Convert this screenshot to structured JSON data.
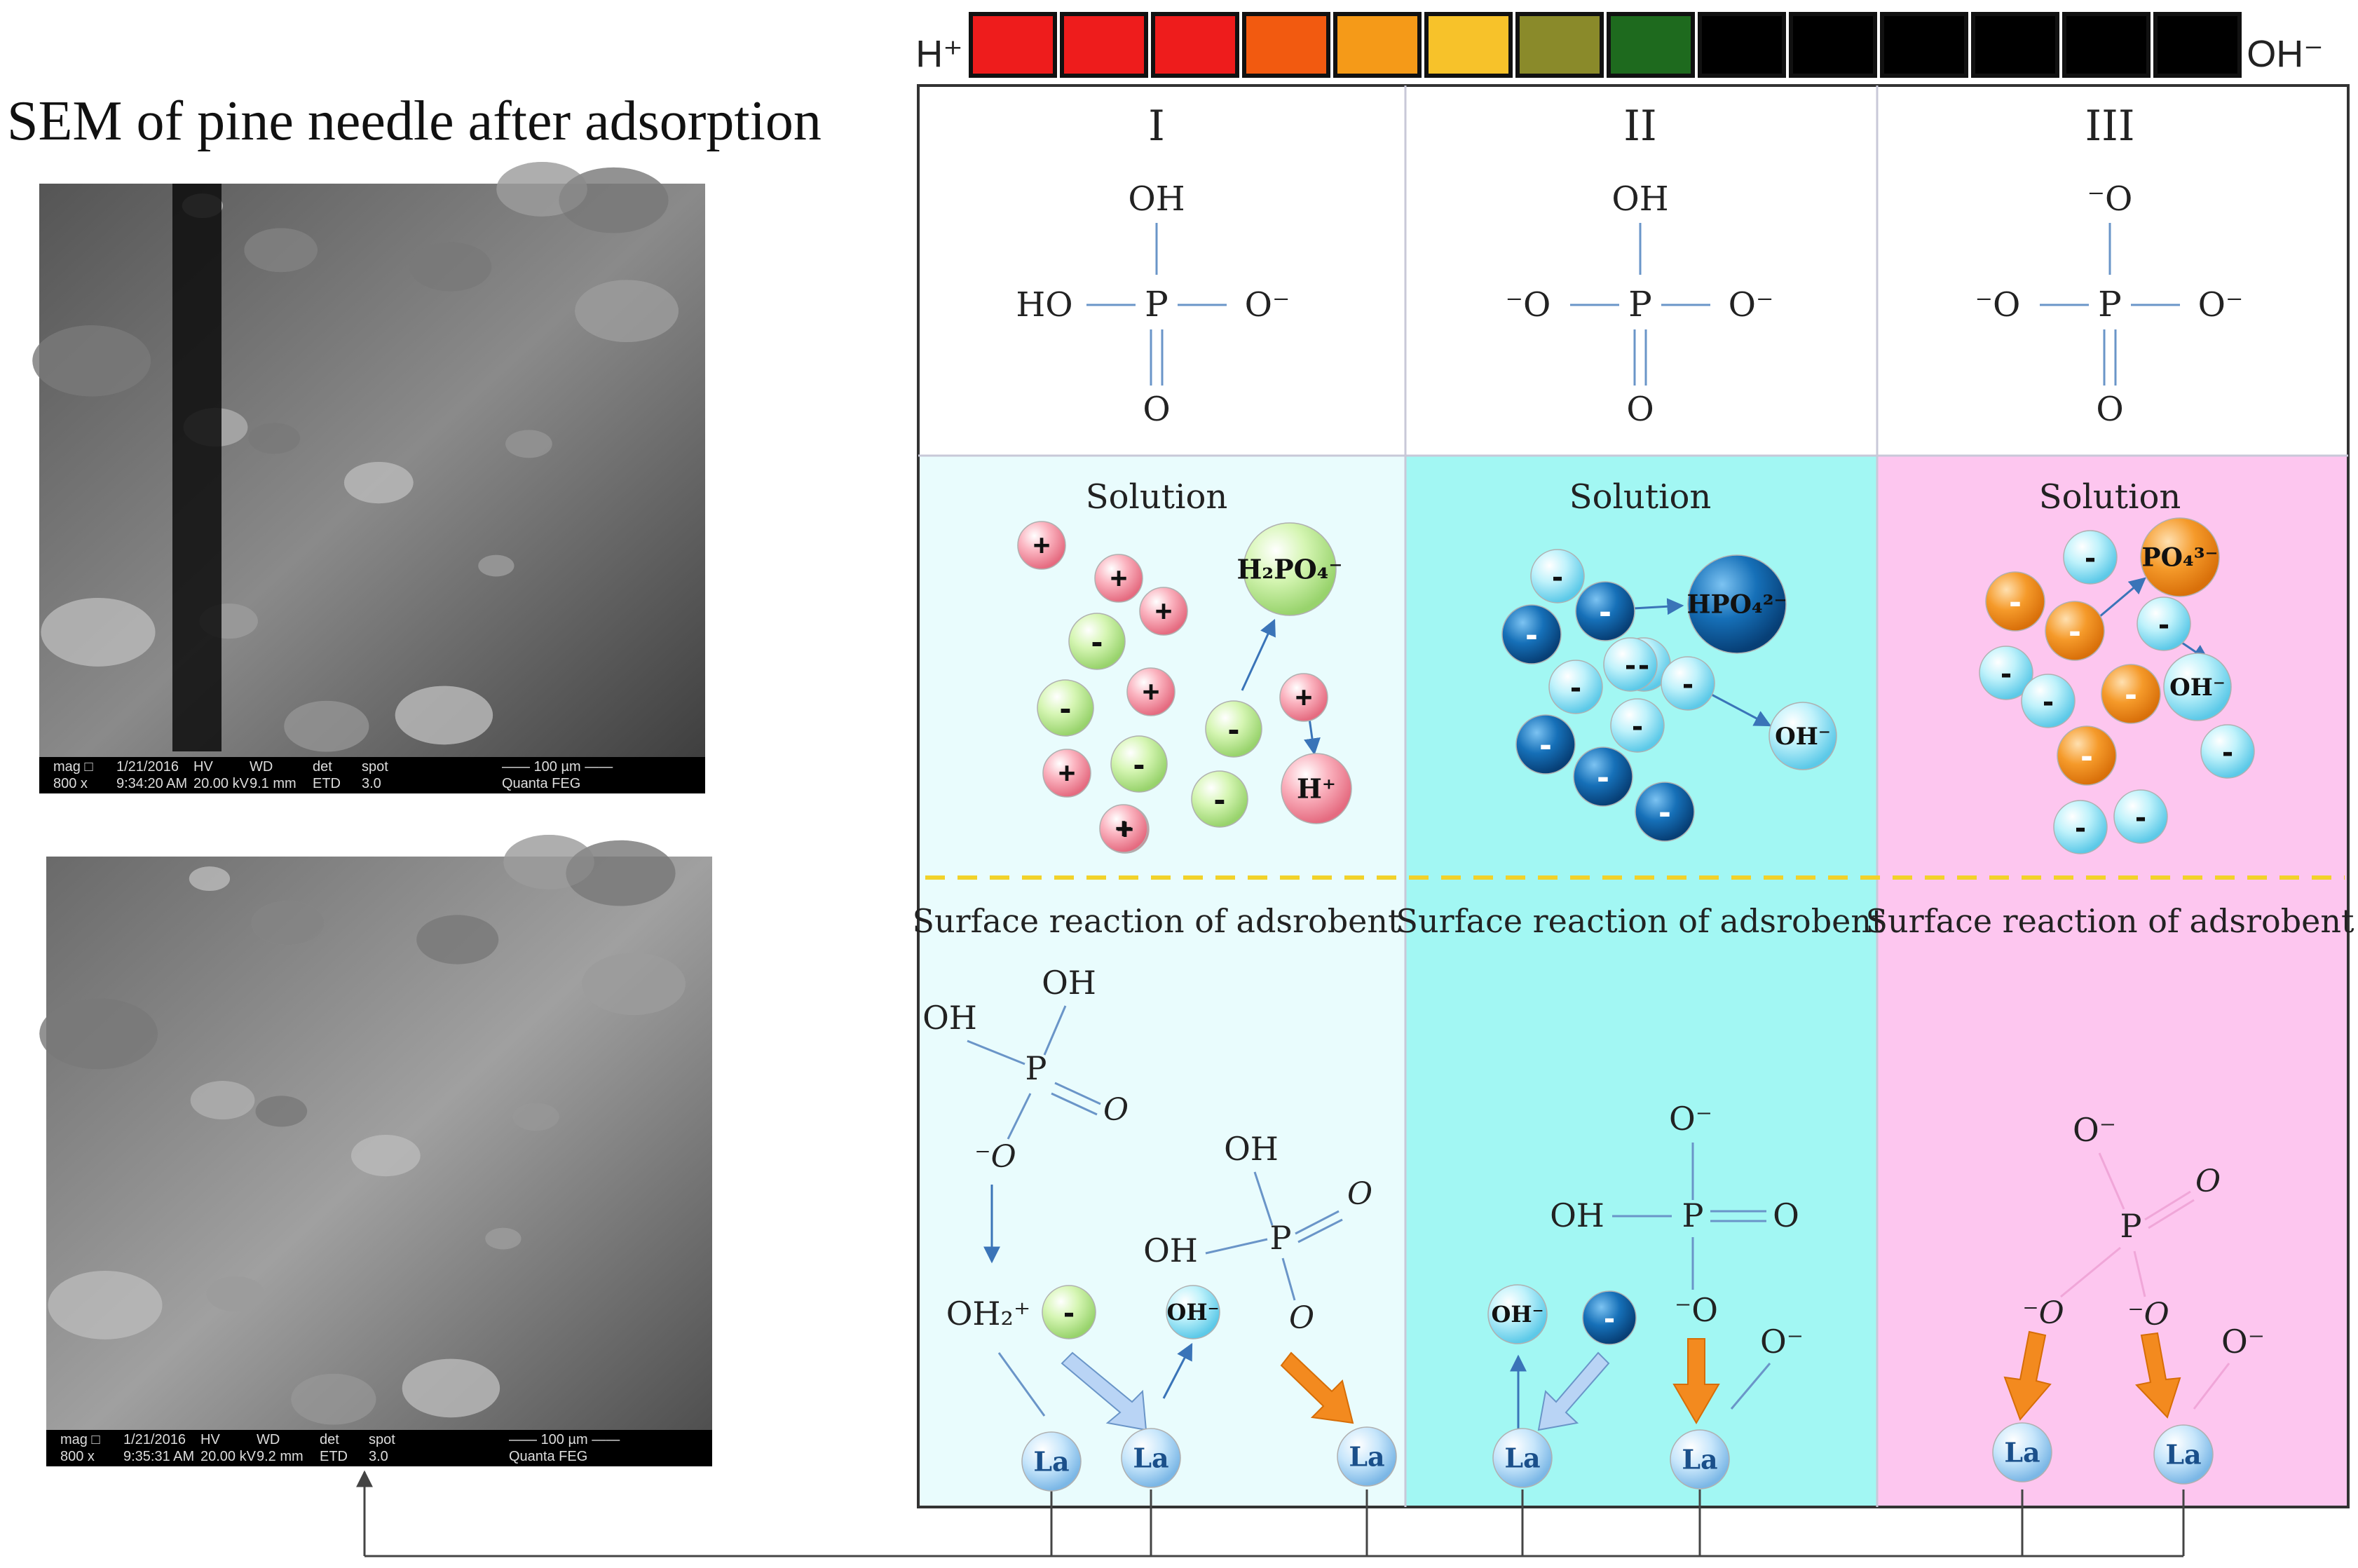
{
  "title": "SEM of pine needle after adsorption",
  "ph_scale": {
    "left_label": "H⁺",
    "right_label": "OH⁻",
    "colors": [
      "#ee1c1c",
      "#ee1c1c",
      "#ee1c1c",
      "#f25a10",
      "#f59a18",
      "#f7c22a",
      "#8a8a2a",
      "#1e6a1e",
      "#000000",
      "#000000",
      "#000000",
      "#000000",
      "#000000",
      "#000000"
    ]
  },
  "sem_images": [
    {
      "footer": [
        "mag □",
        "1/21/2016",
        "HV",
        "WD",
        "det",
        "spot",
        "—— 100 µm ——",
        "800 x",
        "9:34:20 AM",
        "20.00 kV",
        "9.1 mm",
        "ETD",
        "3.0",
        "Quanta FEG"
      ]
    },
    {
      "footer": [
        "mag □",
        "1/21/2016",
        "HV",
        "WD",
        "det",
        "spot",
        "—— 100 µm ——",
        "800 x",
        "9:35:31 AM",
        "20.00 kV",
        "9.2 mm",
        "ETD",
        "3.0",
        "Quanta FEG"
      ]
    }
  ],
  "columns": [
    {
      "numeral": "I",
      "top": "OH",
      "left": "HO",
      "right": "O⁻",
      "bottom": "O",
      "solution_label": "Solution",
      "species": "H₂PO₄⁻",
      "ion": "H⁺",
      "surface_label": "Surface reaction of adsrobent",
      "bg": "#e9fcfd"
    },
    {
      "numeral": "II",
      "top": "OH",
      "left": "⁻O",
      "right": "O⁻",
      "bottom": "O",
      "solution_label": "Solution",
      "species": "HPO₄²⁻",
      "ion": "OH⁻",
      "surface_label": "Surface reaction of adsrobent",
      "bg": "#a2f7f3"
    },
    {
      "numeral": "III",
      "top": "⁻O",
      "left": "⁻O",
      "right": "O⁻",
      "bottom": "O",
      "solution_label": "Solution",
      "species": "PO₄³⁻",
      "ion": "OH⁻",
      "surface_label": "Surface reaction of adsrobent",
      "bg": "#fdc6ef"
    }
  ],
  "atoms": {
    "P": "P",
    "OH": "OH",
    "O": "O",
    "Ominus": "O⁻",
    "minusO": "⁻O",
    "OH2plus": "OH₂⁺",
    "OHminus": "OH⁻",
    "La": "La",
    "plus": "+",
    "minus": "-"
  }
}
